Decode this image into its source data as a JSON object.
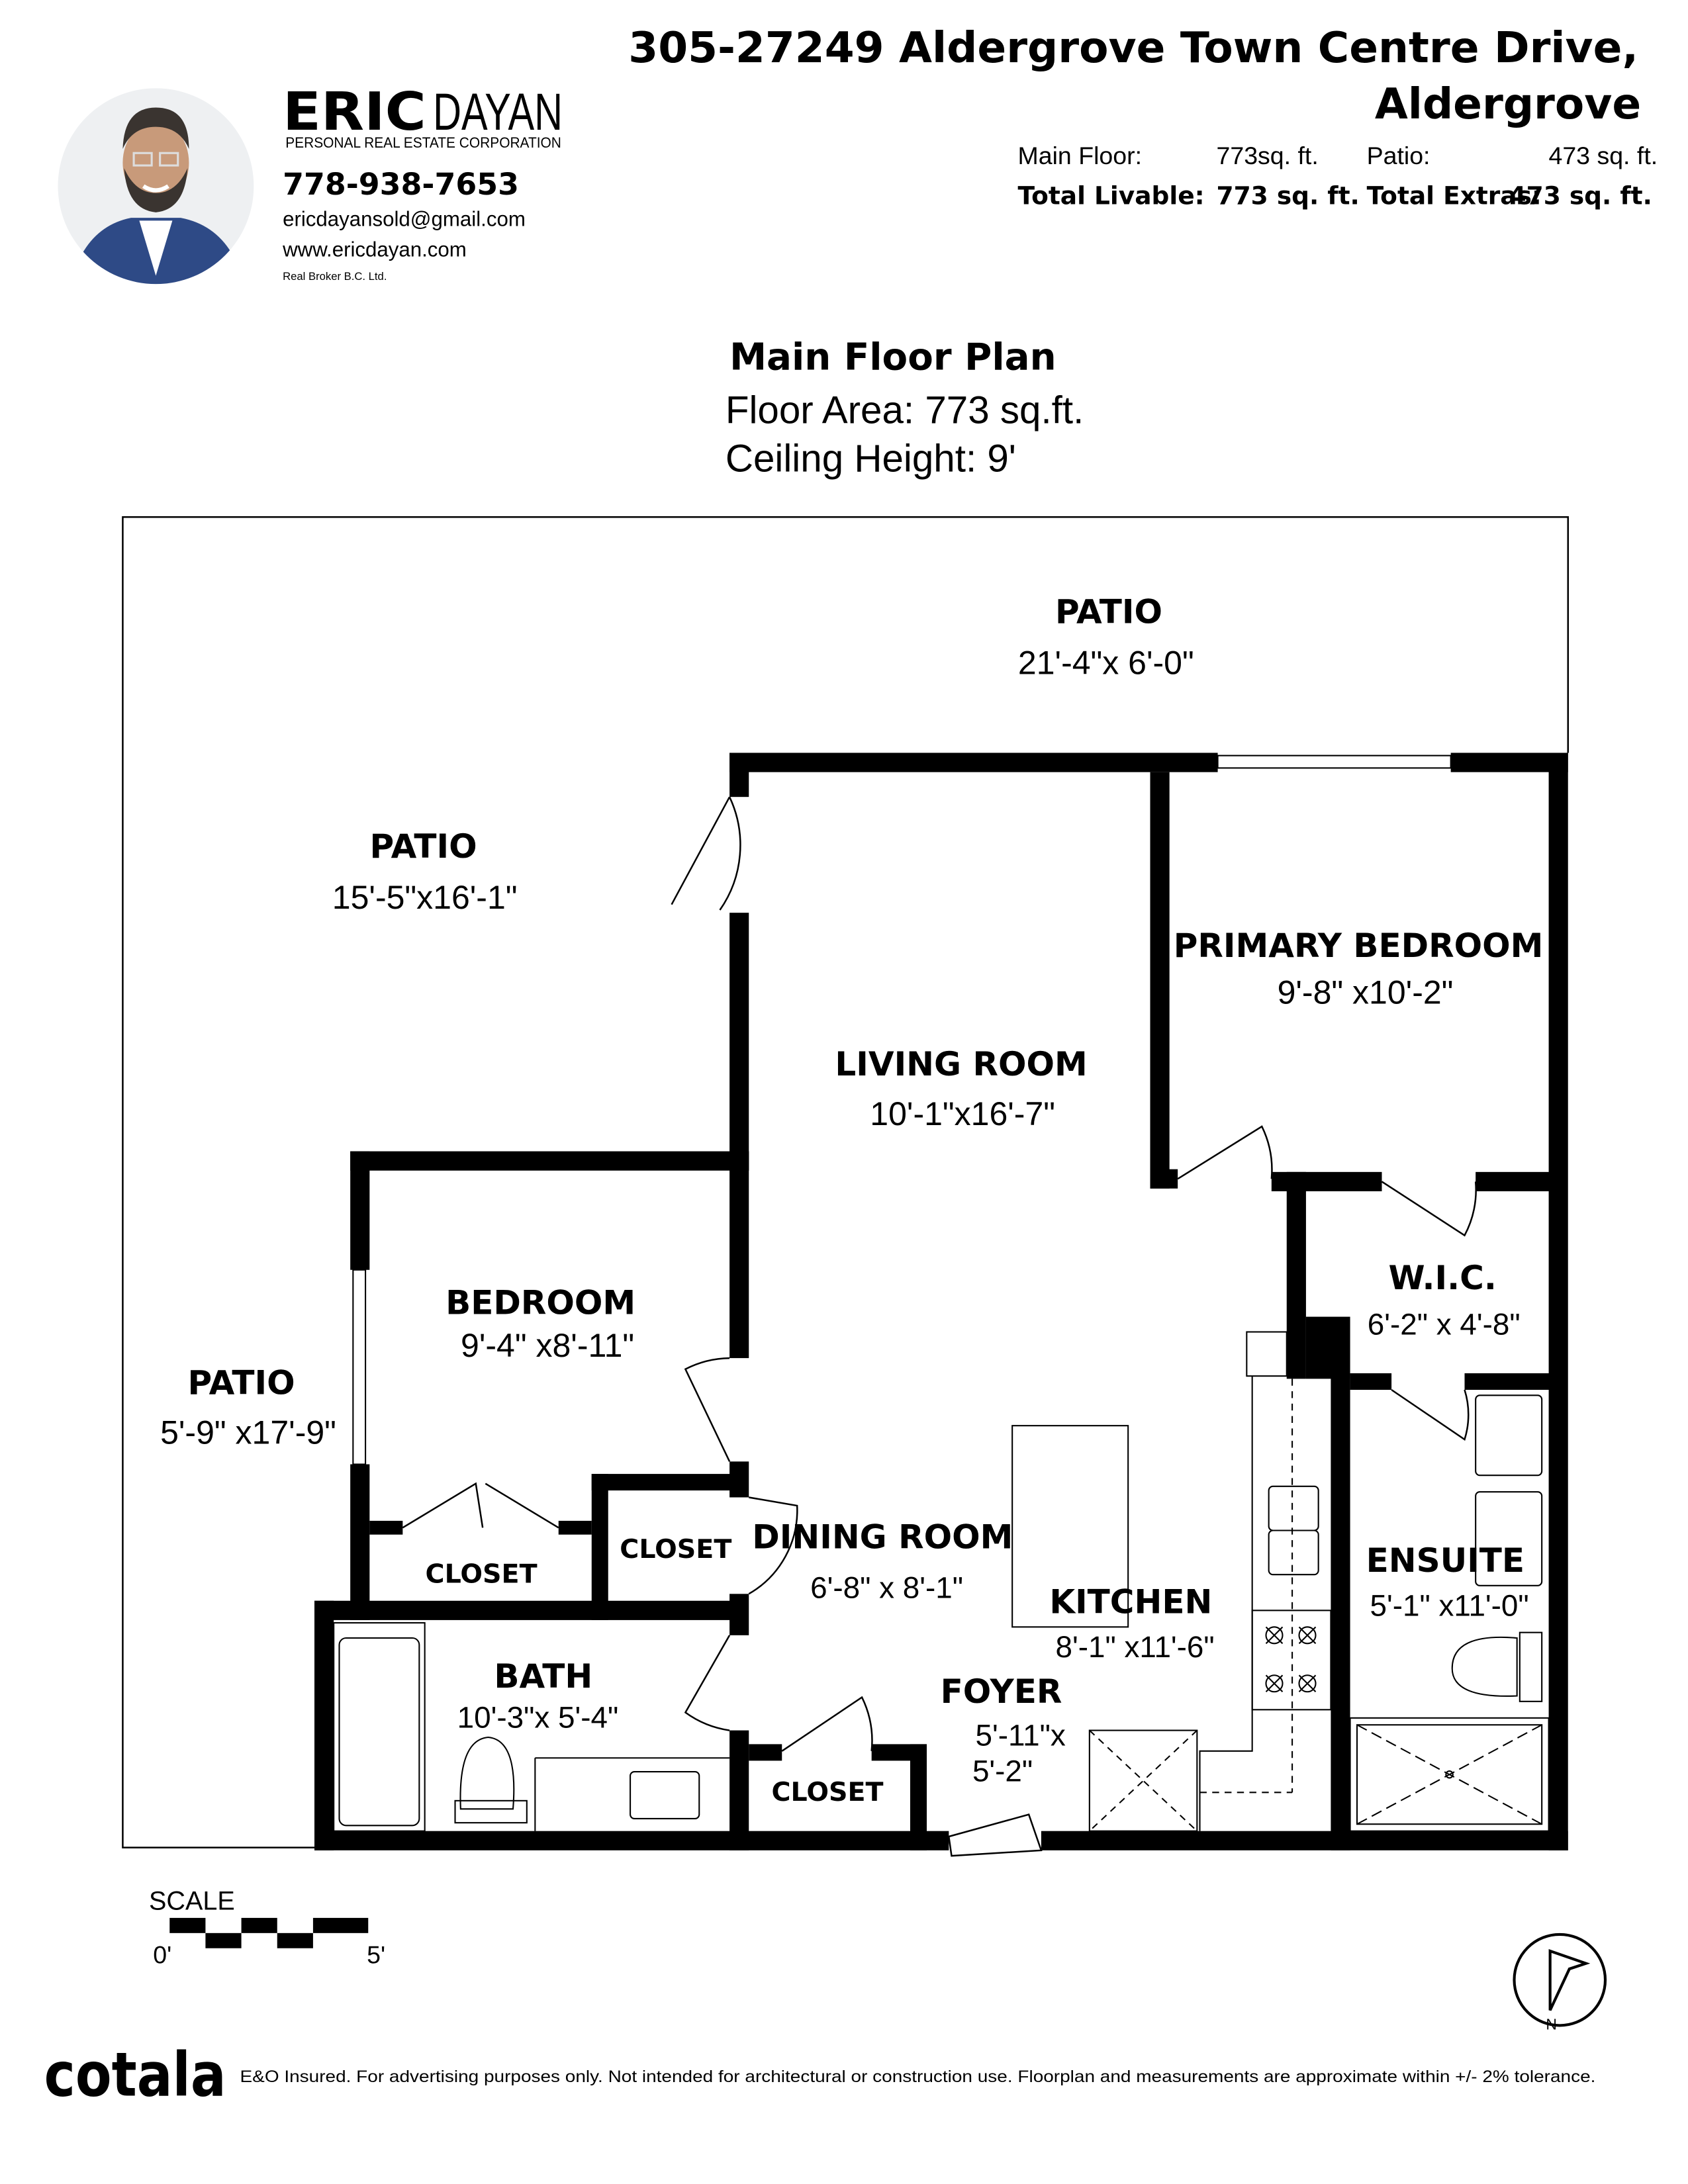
{
  "header": {
    "address_line1": "305-27249 Aldergrove Town Centre Drive,",
    "address_line2": "Aldergrove",
    "stats": {
      "main_floor_label": "Main Floor:",
      "main_floor_value": "773sq. ft.",
      "patio_label": "Patio:",
      "patio_value": "473  sq. ft.",
      "total_livable_label": "Total Livable:",
      "total_livable_value": "773 sq. ft.",
      "total_extras_label": "Total Extras:",
      "total_extras_value": "473 sq. ft."
    }
  },
  "agent": {
    "first_name": "ERIC",
    "last_name": "DAYAN",
    "corporation": "PERSONAL REAL ESTATE CORPORATION",
    "phone": "778-938-7653",
    "email": "ericdayansold@gmail.com",
    "website": "www.ericdayan.com",
    "brokerage": "Real Broker B.C. Ltd."
  },
  "plan": {
    "title": "Main Floor Plan",
    "floor_area": "Floor Area: 773 sq.ft.",
    "ceiling_height": "Ceiling Height: 9'"
  },
  "rooms": {
    "patio_top": {
      "name": "PATIO",
      "dims": "21'-4\"x  6'-0\""
    },
    "patio_left": {
      "name": "PATIO",
      "dims": "15'-5\"x16'-1\""
    },
    "living": {
      "name": "LIVING ROOM",
      "dims": "10'-1\"x16'-7\""
    },
    "primary_bedroom": {
      "name": "PRIMARY BEDROOM",
      "dims": "9'-8\" x10'-2\""
    },
    "bedroom": {
      "name": "BEDROOM",
      "dims": "9'-4\" x8'-11\""
    },
    "patio_lower": {
      "name": "PATIO",
      "dims": "5'-9\" x17'-9\""
    },
    "wic": {
      "name": "W.I.C.",
      "dims": "6'-2\"  x  4'-8\""
    },
    "closet_bedroom": {
      "name": "CLOSET"
    },
    "closet_middle": {
      "name": "CLOSET"
    },
    "dining": {
      "name": "DINING ROOM",
      "dims": "6'-8\"  x  8'-1\""
    },
    "kitchen": {
      "name": "KITCHEN",
      "dims": "8'-1\" x11'-6\""
    },
    "ensuite": {
      "name": "ENSUITE",
      "dims": "5'-1\" x11'-0\""
    },
    "bath": {
      "name": "BATH",
      "dims": "10'-3\"x  5'-4\""
    },
    "foyer": {
      "name": "FOYER",
      "dims_line1": "5'-11\"x",
      "dims_line2": "5'-2\""
    },
    "closet_foyer": {
      "name": "CLOSET"
    }
  },
  "scale": {
    "label": "SCALE",
    "start": "0'",
    "end": "5'"
  },
  "compass": {
    "north": "N"
  },
  "footer": {
    "logo": "cotala",
    "disclaimer": "E&O Insured. For advertising purposes only. Not intended for architectural or construction use. Floorplan and measurements are approximate within +/- 2% tolerance."
  }
}
